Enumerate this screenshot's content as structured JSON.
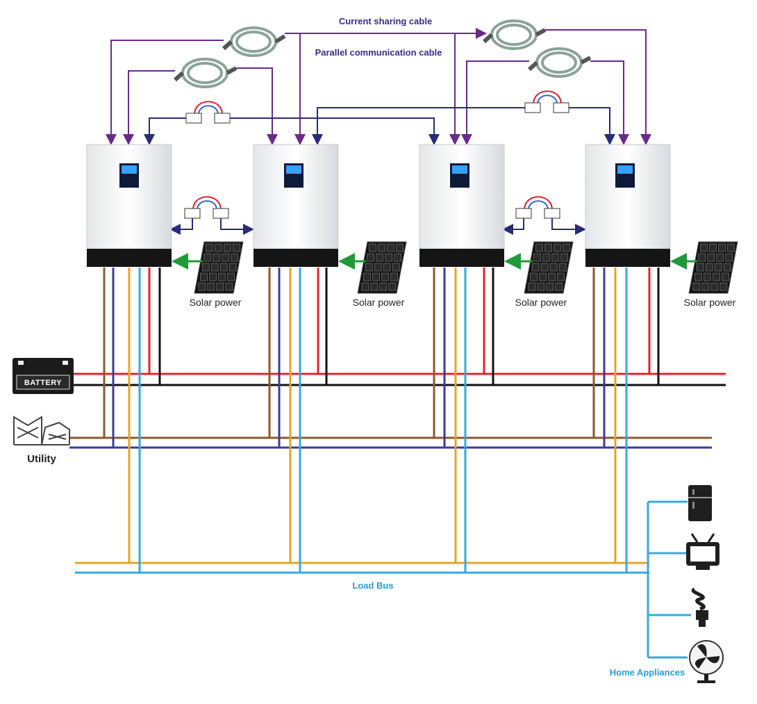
{
  "labels": {
    "current_sharing_cable": "Current sharing cable",
    "parallel_communication_cable": "Parallel communication cable",
    "solar_power": "Solar power",
    "battery": "BATTERY",
    "utility": "Utility",
    "load_bus": "Load Bus",
    "home_appliances": "Home Appliances"
  },
  "inverters": [
    {
      "id": 1,
      "solar_label": "Solar power"
    },
    {
      "id": 2,
      "solar_label": "Solar power"
    },
    {
      "id": 3,
      "solar_label": "Solar power"
    },
    {
      "id": 4,
      "solar_label": "Solar power"
    }
  ],
  "appliances": [
    {
      "name": "refrigerator-icon"
    },
    {
      "name": "television-icon"
    },
    {
      "name": "bulb-icon"
    },
    {
      "name": "fan-icon"
    }
  ],
  "colors": {
    "battery_positive": "#e0262b",
    "battery_negative": "#111111",
    "utility_line": "#8a5a2b",
    "utility_neutral": "#3d3a9c",
    "load_line": "#e3a52a",
    "load_neutral": "#35a9df",
    "comm_cable": "#6a2a8c",
    "sharing_cable": "#2a2a7a",
    "solar_arrow": "#1f9a3a",
    "appliance_wire": "#35a9df"
  }
}
